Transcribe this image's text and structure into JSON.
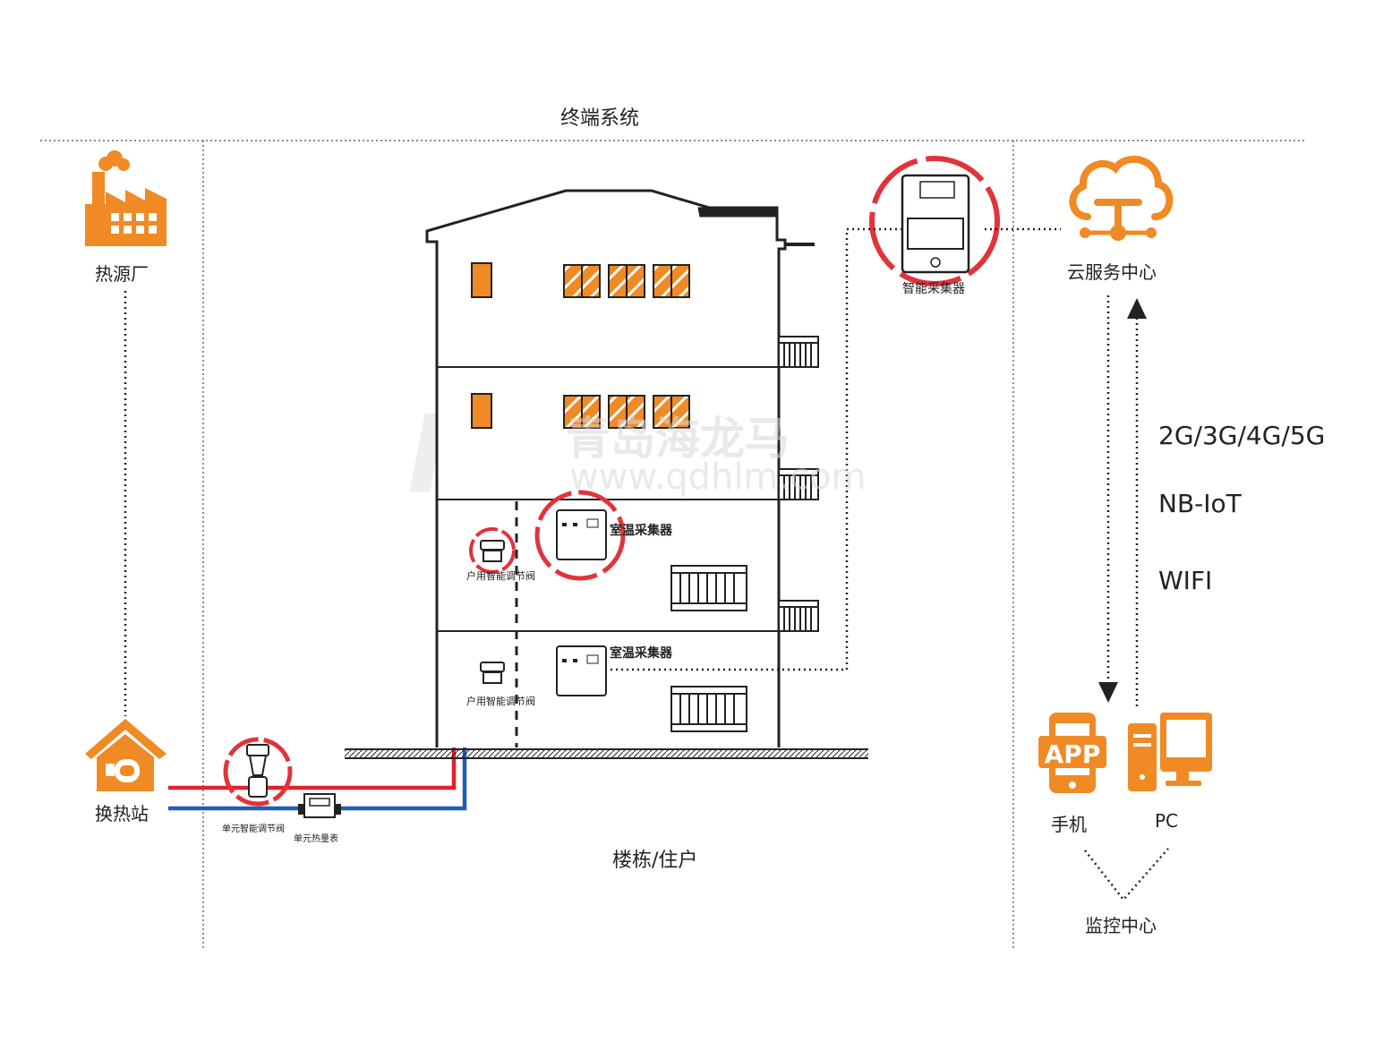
{
  "title": "终端系统",
  "left_column": {
    "heat_source_label": "热源厂",
    "exchange_station_label": "换热站",
    "unit_valve_label": "单元智能调节阀",
    "unit_meter_label": "单元热量表"
  },
  "building": {
    "label": "楼栋/住户",
    "room_sensor_label_1": "室温采集器",
    "room_sensor_label_2": "室温采集器",
    "household_valve_label_1": "户用智能调节阀",
    "household_valve_label_2": "户用智能调节阀",
    "collector_label": "智能采集器"
  },
  "right_column": {
    "cloud_label": "云服务中心",
    "networks": [
      "2G/3G/4G/5G",
      "NB-IoT",
      "WIFI"
    ],
    "app_icon_text": "APP",
    "phone_label": "手机",
    "pc_label": "PC",
    "monitor_label": "监控中心"
  },
  "watermark": {
    "logo": "HL",
    "brand": "青岛海龙马",
    "url": "www.qdhlm.com"
  },
  "colors": {
    "accent": "#f08a24",
    "supply_pipe": "#e3202c",
    "return_pipe": "#1f5fb4",
    "highlight_ring": "#e2333a",
    "line": "#222222"
  },
  "icons": [
    "factory-icon",
    "house-pump-icon",
    "cloud-network-icon",
    "app-phone-icon",
    "pc-icon"
  ]
}
